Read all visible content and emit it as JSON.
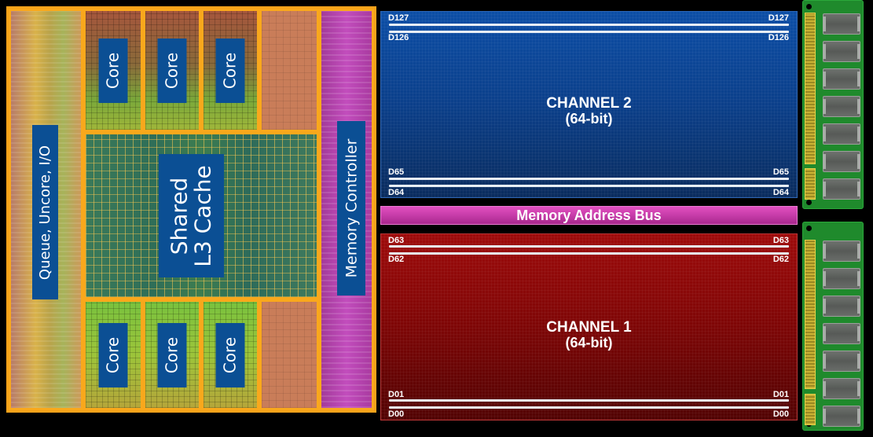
{
  "cpu": {
    "uncore_label": "Queue, Uncore, I/O",
    "core_label": "Core",
    "cores_top": [
      "Core",
      "Core",
      "Core"
    ],
    "cores_bottom": [
      "Core",
      "Core",
      "Core"
    ],
    "cache_label": "Shared\nL3 Cache",
    "memory_controller_label": "Memory Controller",
    "colors": {
      "block_border": "#f9a81c",
      "label_box": "#0b4f94"
    }
  },
  "channel2": {
    "title": "CHANNEL 2",
    "subtitle": "(64-bit)",
    "top_bits": [
      "D127",
      "D126"
    ],
    "bottom_bits": [
      "D65",
      "D64"
    ],
    "color": "#0b3f8a"
  },
  "bus": {
    "label": "Memory Address Bus",
    "color": "#c33aa6"
  },
  "channel1": {
    "title": "CHANNEL 1",
    "subtitle": "(64-bit)",
    "top_bits": [
      "D63",
      "D62"
    ],
    "bottom_bits": [
      "D01",
      "D00"
    ],
    "color": "#7e0606"
  },
  "dimms": {
    "count": 2,
    "chips_per_module": 7,
    "color": "#1f8a2c"
  }
}
